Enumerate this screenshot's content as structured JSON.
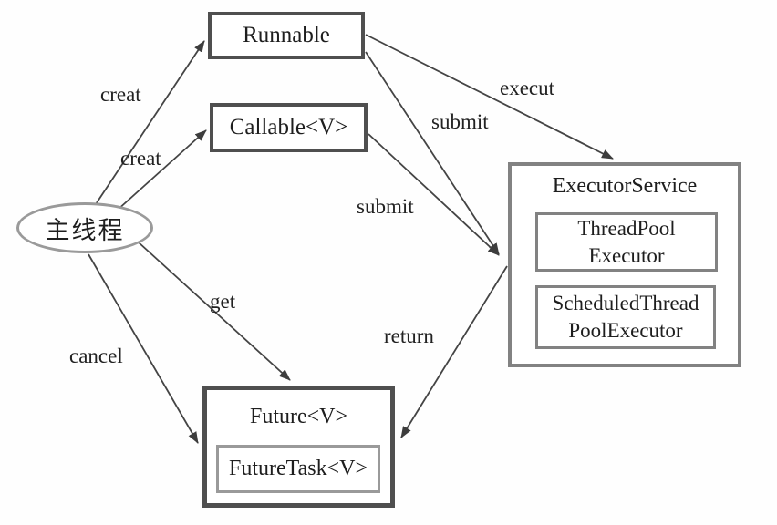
{
  "diagram": {
    "main_thread": {
      "label": "主线程"
    },
    "nodes": {
      "runnable": {
        "label": "Runnable"
      },
      "callable": {
        "label": "Callable<V>"
      },
      "executor_service": {
        "label": "ExecutorService",
        "children": [
          {
            "line1": "ThreadPool",
            "line2": "Executor"
          },
          {
            "line1": "ScheduledThread",
            "line2": "PoolExecutor"
          }
        ]
      },
      "future": {
        "label": "Future<V>",
        "children": [
          {
            "label": "FutureTask<V>"
          }
        ]
      }
    },
    "edges": {
      "creat_runnable": "creat",
      "creat_callable": "creat",
      "execut": "execut",
      "submit_runnable": "submit",
      "submit_callable": "submit",
      "get": "get",
      "cancel": "cancel",
      "return_edge": "return"
    },
    "colors": {
      "border_dark": "#4f4f4f",
      "border_gray": "#828282",
      "border_light": "#9a9a9a",
      "arrow": "#3d3d3d",
      "background": "#fefefe"
    }
  }
}
